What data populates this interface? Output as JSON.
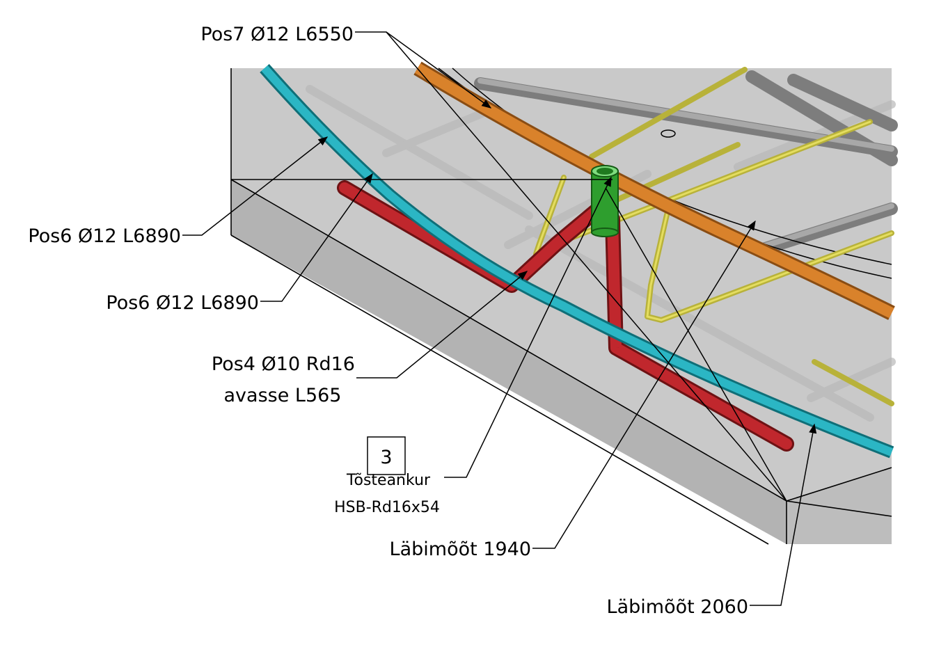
{
  "labels": {
    "pos7": "Pos7 Ø12 L6550",
    "pos6_upper": "Pos6 Ø12 L6890",
    "pos6_lower": "Pos6 Ø12 L6890",
    "pos4_line1": "Pos4 Ø10 Rd16",
    "pos4_line2": "avasse L565",
    "detail_number": "3",
    "anchor_line1": "Tõsteankur",
    "anchor_line2": "HSB-Rd16x54",
    "diameter_1940": "Läbimõõt 1940",
    "diameter_2060": "Läbimõõt 2060"
  },
  "colors": {
    "slab_top": "#c9c9c9",
    "slab_side": "#b4b4b4",
    "rebar_cyan": "#2bb6c4",
    "rebar_orange": "#d9822b",
    "rebar_red": "#c0272d",
    "rebar_yellow": "#d6d03a",
    "rebar_grey": "#8d8d8d",
    "anchor_green": "#33b233"
  }
}
